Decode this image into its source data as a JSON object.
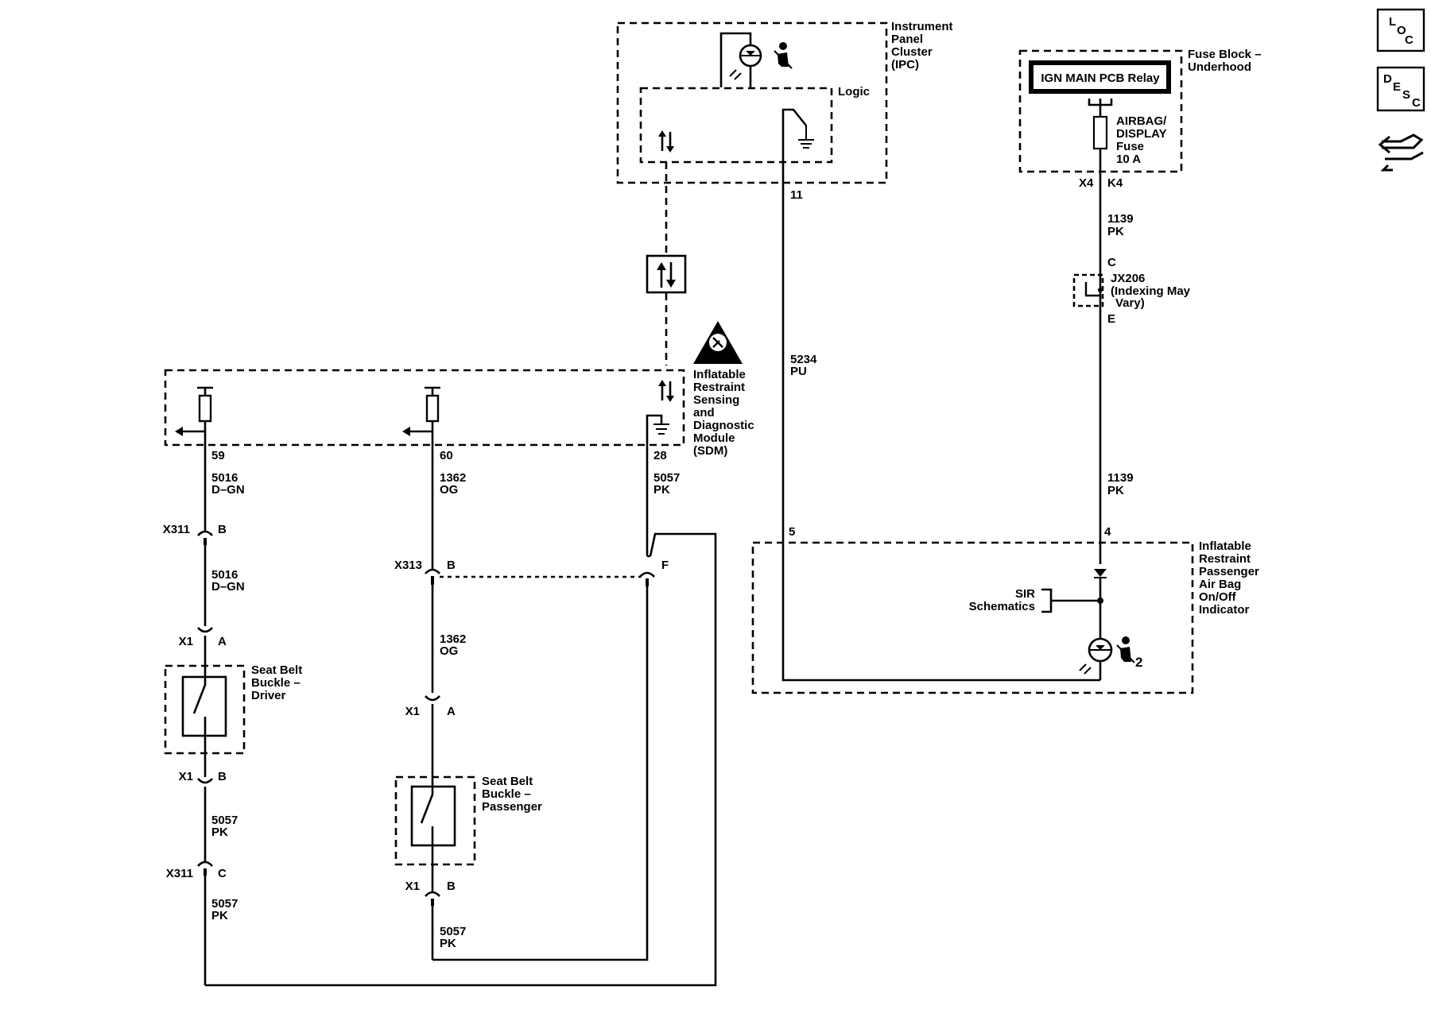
{
  "side_icons": {
    "loc": {
      "l1": "L",
      "l2": "O",
      "l3": "C"
    },
    "desc": {
      "l1": "D",
      "l2": "E",
      "l3": "S",
      "l4": "C"
    }
  },
  "modules": {
    "ipc": {
      "l1": "Instrument",
      "l2": "Panel",
      "l3": "Cluster",
      "l4": "(IPC)",
      "logic": "Logic",
      "pin": "11"
    },
    "fuse_block": {
      "l1": "Fuse Block –",
      "l2": "Underhood",
      "relay": "IGN MAIN PCB Relay",
      "fuse_l1": "AIRBAG/",
      "fuse_l2": "DISPLAY",
      "fuse_l3": "Fuse",
      "fuse_l4": "10 A",
      "conn": "X4",
      "pin": "K4"
    },
    "sdm": {
      "l1": "Inflatable",
      "l2": "Restraint",
      "l3": "Sensing",
      "l4": "and",
      "l5": "Diagnostic",
      "l6": "Module",
      "l7": "(SDM)",
      "pin59": "59",
      "pin60": "60",
      "pin28": "28"
    },
    "indicator": {
      "l1": "Inflatable",
      "l2": "Restraint",
      "l3": "Passenger",
      "l4": "Air Bag",
      "l5": "On/Off",
      "l6": "Indicator",
      "pin5": "5",
      "pin4": "4",
      "sir1": "SIR",
      "sir2": "Schematics",
      "sup": "2"
    },
    "buckle_driver": {
      "l1": "Seat Belt",
      "l2": "Buckle –",
      "l3": "Driver"
    },
    "buckle_passenger": {
      "l1": "Seat Belt",
      "l2": "Buckle –",
      "l3": "Passenger"
    }
  },
  "wires": {
    "w1139a": {
      "num": "1139",
      "color": "PK"
    },
    "w1139b": {
      "num": "1139",
      "color": "PK"
    },
    "w5234": {
      "num": "5234",
      "color": "PU"
    },
    "w5016a": {
      "num": "5016",
      "color": "D–GN"
    },
    "w5016b": {
      "num": "5016",
      "color": "D–GN"
    },
    "w1362a": {
      "num": "1362",
      "color": "OG"
    },
    "w1362b": {
      "num": "1362",
      "color": "OG"
    },
    "w5057sdm": {
      "num": "5057",
      "color": "PK"
    },
    "w5057d1": {
      "num": "5057",
      "color": "PK"
    },
    "w5057d2": {
      "num": "5057",
      "color": "PK"
    },
    "w5057p": {
      "num": "5057",
      "color": "PK"
    }
  },
  "connectors": {
    "jx206": {
      "pin_c": "C",
      "l1": "JX206",
      "l2": "(Indexing May",
      "l3": "Vary)",
      "pin_e": "E"
    },
    "x311_b": {
      "conn": "X311",
      "pin": "B"
    },
    "x311_c": {
      "conn": "X311",
      "pin": "C"
    },
    "x1_a_drv": {
      "conn": "X1",
      "pin": "A"
    },
    "x1_b_drv": {
      "conn": "X1",
      "pin": "B"
    },
    "x313_b": {
      "conn": "X313",
      "pin": "B"
    },
    "x1_a_pas": {
      "conn": "X1",
      "pin": "A"
    },
    "x1_b_pas": {
      "conn": "X1",
      "pin": "B"
    },
    "splice_f": {
      "pin": "F"
    }
  }
}
